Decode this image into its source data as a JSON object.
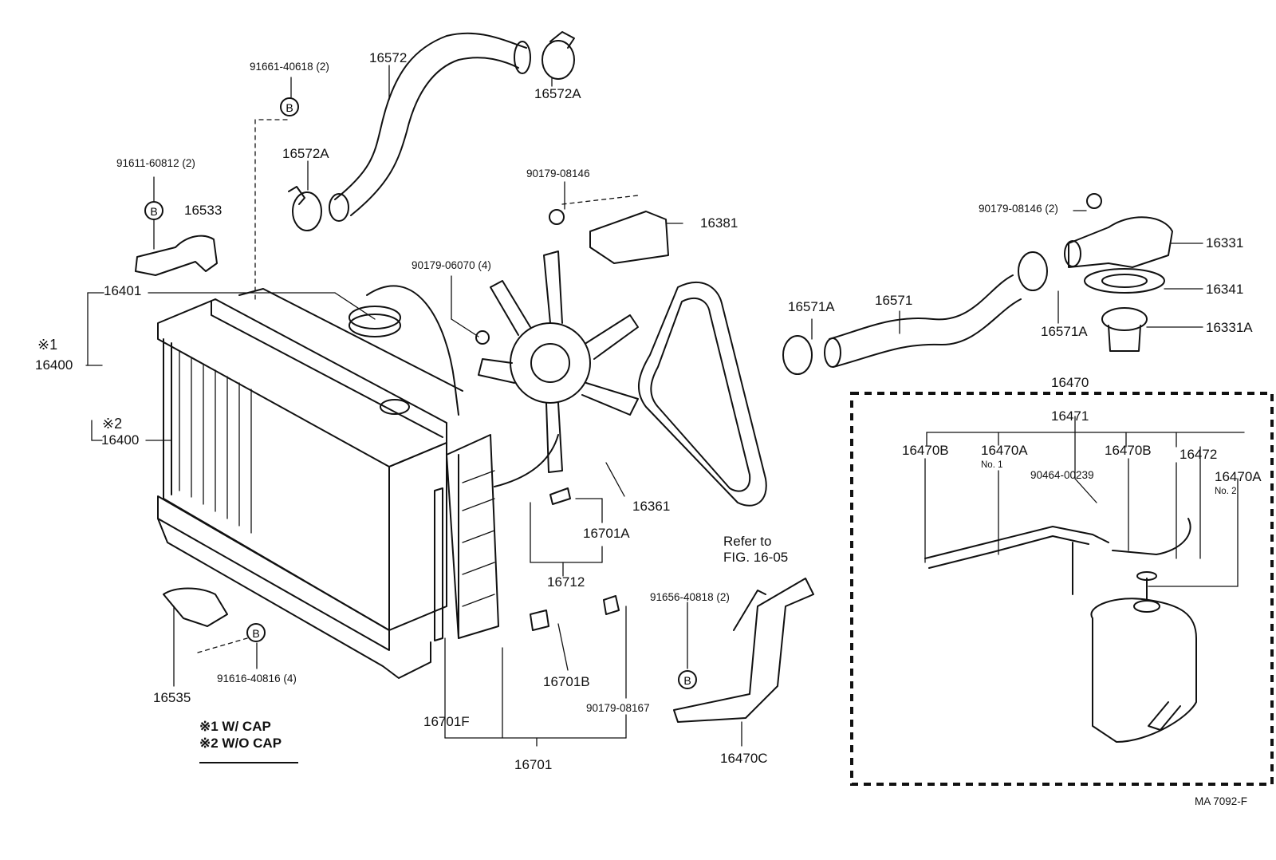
{
  "part_labels": {
    "p16572": "16572",
    "p16572A_top": "16572A",
    "p16572A_left": "16572A",
    "p91661": "91661-40618 (2)",
    "p91611": "91611-60812 (2)",
    "p16533": "16533",
    "p16401": "16401",
    "p16400_1": "16400",
    "p16400_2": "16400",
    "p90179_08146": "90179-08146",
    "p16381": "16381",
    "p90179_06070": "90179-06070 (4)",
    "p16361": "16361",
    "p16701A": "16701A",
    "p16712": "16712",
    "p16701B": "16701B",
    "p90179_08167": "90179-08167",
    "p16701F": "16701F",
    "p16701": "16701",
    "p16535": "16535",
    "p91616": "91616-40816 (4)",
    "p91656": "91656-40818 (2)",
    "p16470C": "16470C",
    "p90179_08146_2": "90179-08146 (2)",
    "p16331": "16331",
    "p16341": "16341",
    "p16331A": "16331A",
    "p16571A_left": "16571A",
    "p16571": "16571",
    "p16571A_right": "16571A",
    "p16470": "16470",
    "p16471": "16471",
    "p16470B_left": "16470B",
    "p16470A_no1": "16470A",
    "p16470B_right": "16470B",
    "p16472": "16472",
    "p16470A_no2": "16470A",
    "p90464": "90464-00239"
  },
  "sub_labels": {
    "no1": "No. 1",
    "no2": "No. 2"
  },
  "refer": {
    "line1": "Refer to",
    "line2": "FIG. 16-05"
  },
  "marks": {
    "m1": "※1",
    "m2": "※2"
  },
  "circle_b": "B",
  "notes": {
    "n1": "※1 W/ CAP",
    "n2": "※2 W/O CAP"
  },
  "figure_id": "MA  7092-F"
}
